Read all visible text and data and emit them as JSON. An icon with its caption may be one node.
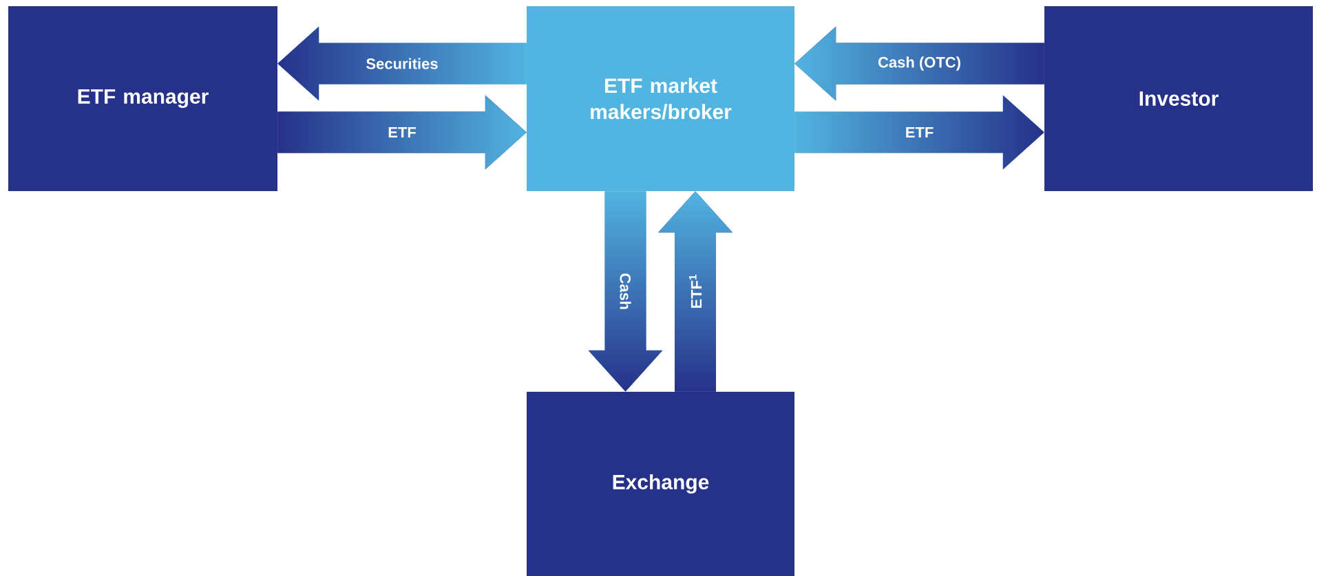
{
  "diagram": {
    "nodes": [
      {
        "text": [
          "ETF manager"
        ]
      },
      {
        "text": [
          "ETF market makers/broker"
        ]
      },
      {
        "text": [
          "Investor"
        ]
      },
      {
        "text": [
          "Exchange"
        ]
      }
    ],
    "edges": [
      {
        "from": 1,
        "to": 0,
        "arrow": "to",
        "label": "Securities"
      },
      {
        "from": 0,
        "to": 1,
        "arrow": "to",
        "label": "ETF"
      },
      {
        "from": 2,
        "to": 1,
        "arrow": "to",
        "label": "Cash (OTC)"
      },
      {
        "from": 1,
        "to": 2,
        "arrow": "to",
        "label": "ETF"
      },
      {
        "from": 1,
        "to": 3,
        "arrow": "to",
        "label": "Cash"
      },
      {
        "from": 3,
        "to": 1,
        "arrow": "to",
        "label": "ETF$^{1}$"
      }
    ]
  }
}
